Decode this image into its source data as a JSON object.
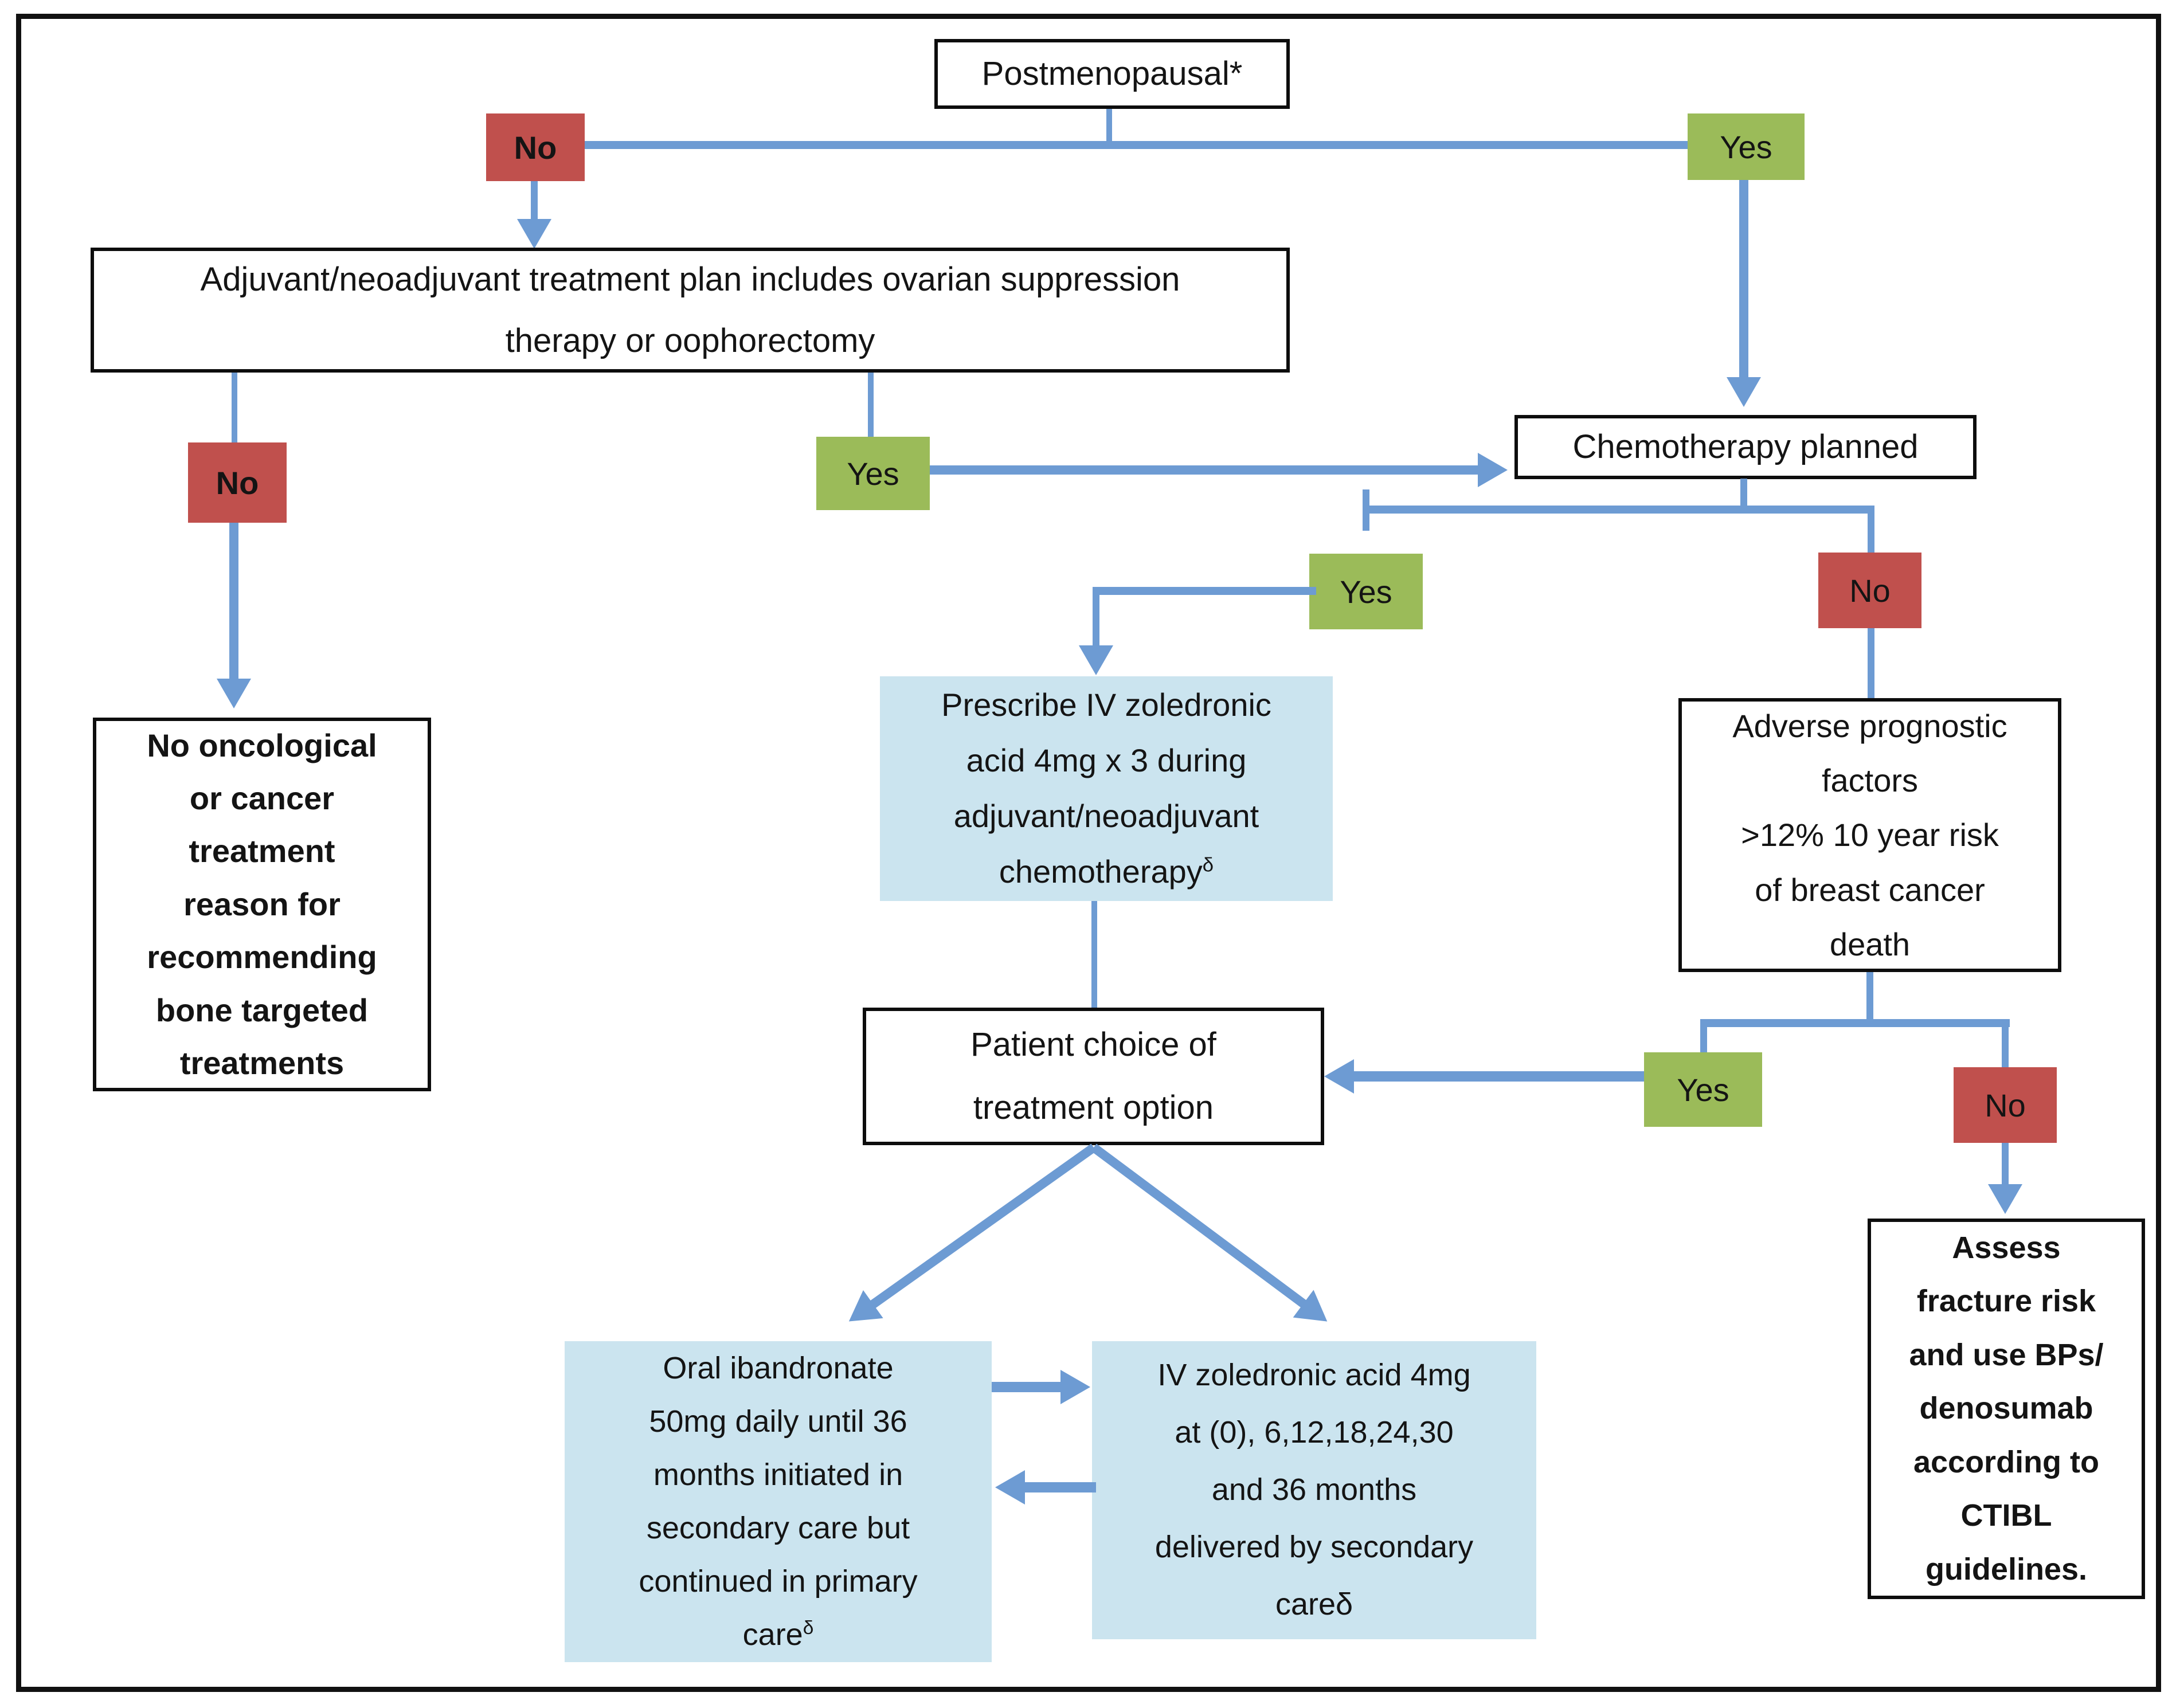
{
  "colors": {
    "yes_box": "#9bbb59",
    "no_box": "#c0504d",
    "process_box": "#cbe4ef",
    "arrow": "#6d9bd3",
    "text": "#141414",
    "border": "#0d0d0d"
  },
  "labels": {
    "yes": "Yes",
    "no": "No"
  },
  "nodes": {
    "postmenopausal": {
      "label": "Postmenopausal*"
    },
    "adjuvant": {
      "label": "Adjuvant/neoadjuvant treatment plan includes ovarian suppression\ntherapy or oophorectomy"
    },
    "chemotherapy": {
      "label": "Chemotherapy planned"
    },
    "no_oncological": {
      "label": "No oncological\nor cancer\ntreatment\nreason for\nrecommending\nbone targeted\ntreatments"
    },
    "prescribe_zoledronic": {
      "label": "Prescribe IV zoledronic\nacid 4mg x 3 during\nadjuvant/neoadjuvant\nchemotherapy",
      "superscript": "δ"
    },
    "adverse_prognostic": {
      "label": "Adverse prognostic\nfactors\n>12% 10 year risk\nof breast cancer\ndeath"
    },
    "patient_choice": {
      "label": "Patient choice of\ntreatment option"
    },
    "assess_fracture": {
      "label": "Assess\nfracture risk\nand use BPs/\ndenosumab\naccording to\nCTIBL\nguidelines."
    },
    "oral_ibandronate": {
      "label": "Oral ibandronate\n50mg daily until 36\nmonths initiated in\nsecondary care but\ncontinued in primary\ncare",
      "superscript": "δ"
    },
    "iv_zoledronic": {
      "label": "IV zoledronic acid 4mg\nat (0), 6,12,18,24,30\nand 36 months\ndelivered by secondary\ncareδ"
    }
  }
}
